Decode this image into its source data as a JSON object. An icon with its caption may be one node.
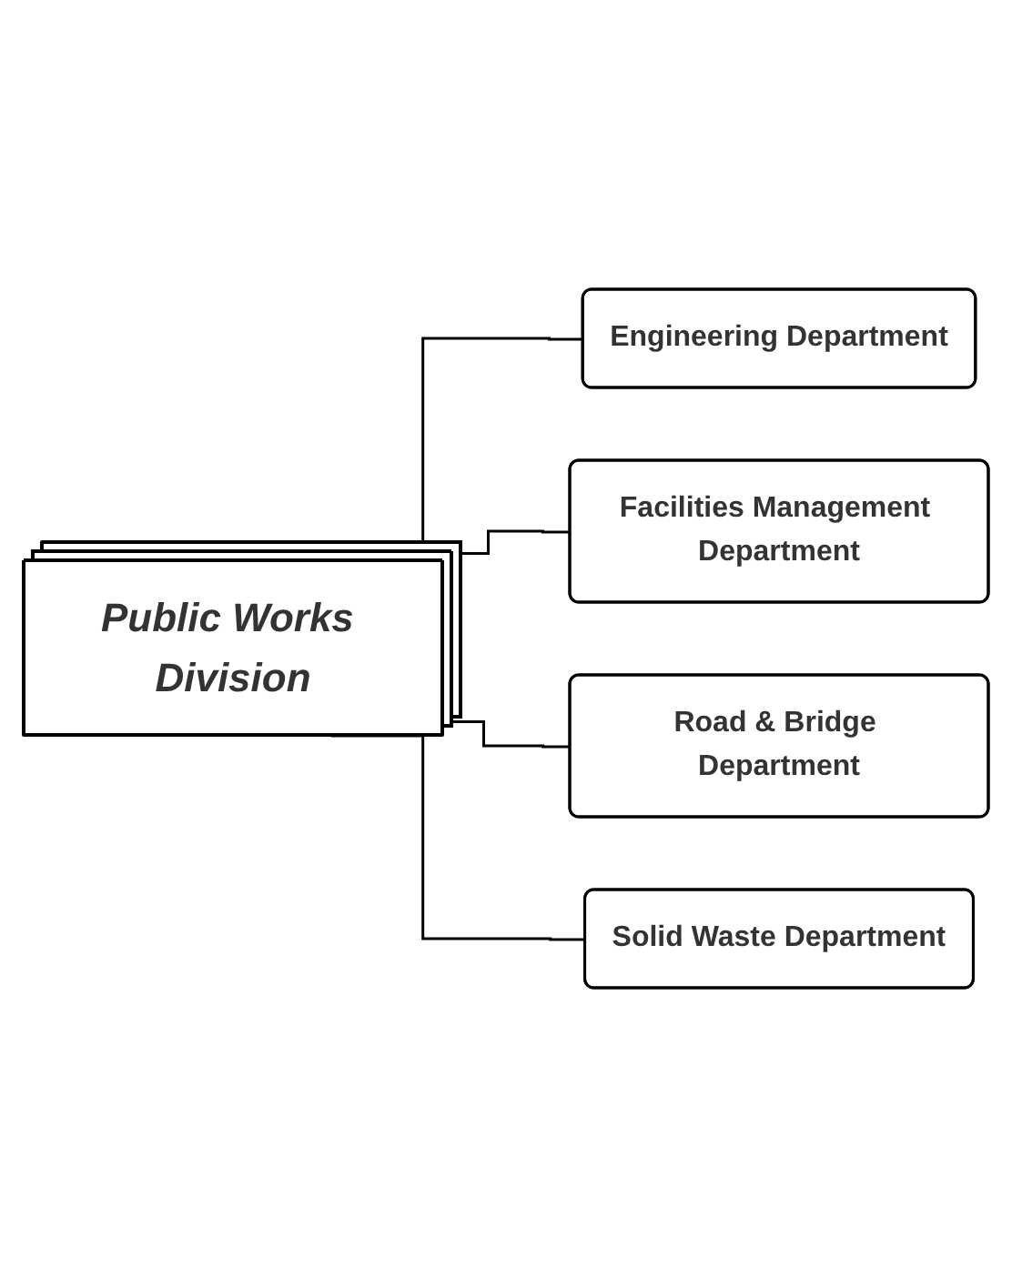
{
  "diagram": {
    "nodes": [
      {
        "text": [
          "Public Works Division"
        ]
      },
      {
        "text": [
          "Engineering Department"
        ]
      },
      {
        "text": [
          "Facilities Management Department"
        ]
      },
      {
        "text": [
          "Road & Bridge Department"
        ]
      },
      {
        "text": [
          "Solid Waste Department"
        ]
      }
    ],
    "edges": [
      {
        "from": 0,
        "to": 1,
        "arrow": "none"
      },
      {
        "from": 0,
        "to": 2,
        "arrow": "none"
      },
      {
        "from": 0,
        "to": 3,
        "arrow": "none"
      },
      {
        "from": 0,
        "to": 4,
        "arrow": "none"
      }
    ]
  }
}
